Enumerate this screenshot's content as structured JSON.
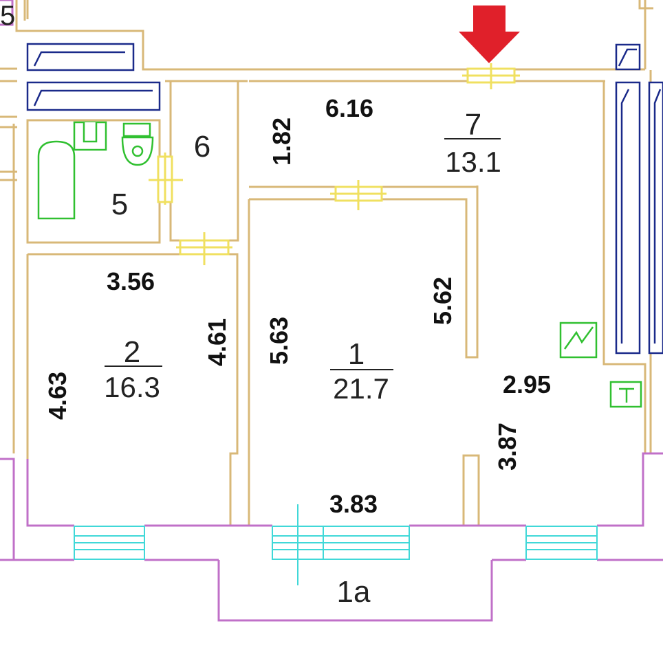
{
  "colors": {
    "wall": "#d8b878",
    "exterior_wall": "#c070c8",
    "door": "#f0e060",
    "window": "#40d8d8",
    "fixture": "#30c030",
    "radiator": "#1a2a8a",
    "marker": "#e0202a"
  },
  "icons": {
    "marker": "down-arrow-icon"
  },
  "rooms": {
    "r1": {
      "number": "1",
      "area": "21.7"
    },
    "r2": {
      "number": "2",
      "area": "16.3"
    },
    "r5": {
      "number": "5"
    },
    "r6": {
      "number": "6"
    },
    "r7": {
      "number": "7",
      "area": "13.1"
    },
    "r1a": {
      "number": "1a"
    }
  },
  "dimensions": {
    "d616": "6.16",
    "d182": "1.82",
    "d356": "3.56",
    "d461": "4.61",
    "d463": "4.63",
    "d563": "5.63",
    "d562": "5.62",
    "d295": "2.95",
    "d387": "3.87",
    "d383": "3.83"
  }
}
